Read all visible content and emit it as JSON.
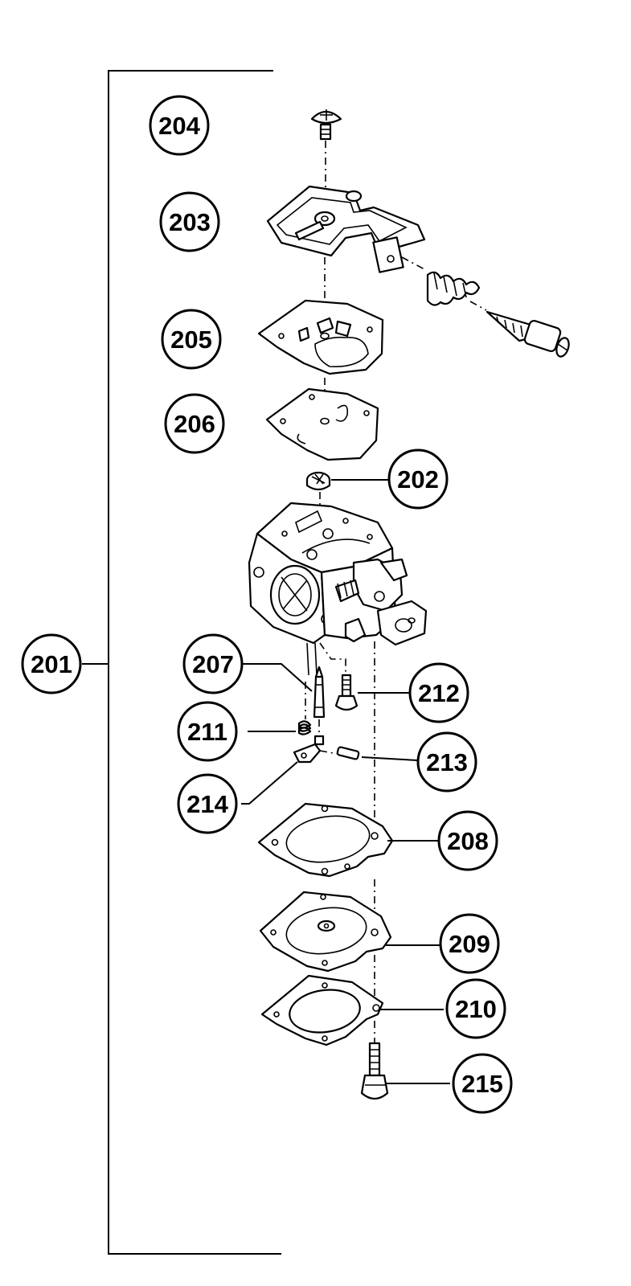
{
  "labels": {
    "p201": "201",
    "p202": "202",
    "p203": "203",
    "p204": "204",
    "p205": "205",
    "p206": "206",
    "p207": "207",
    "p208": "208",
    "p209": "209",
    "p210": "210",
    "p211": "211",
    "p212": "212",
    "p213": "213",
    "p214": "214",
    "p215": "215"
  },
  "colors": {
    "line": "#000000",
    "background": "#ffffff"
  }
}
